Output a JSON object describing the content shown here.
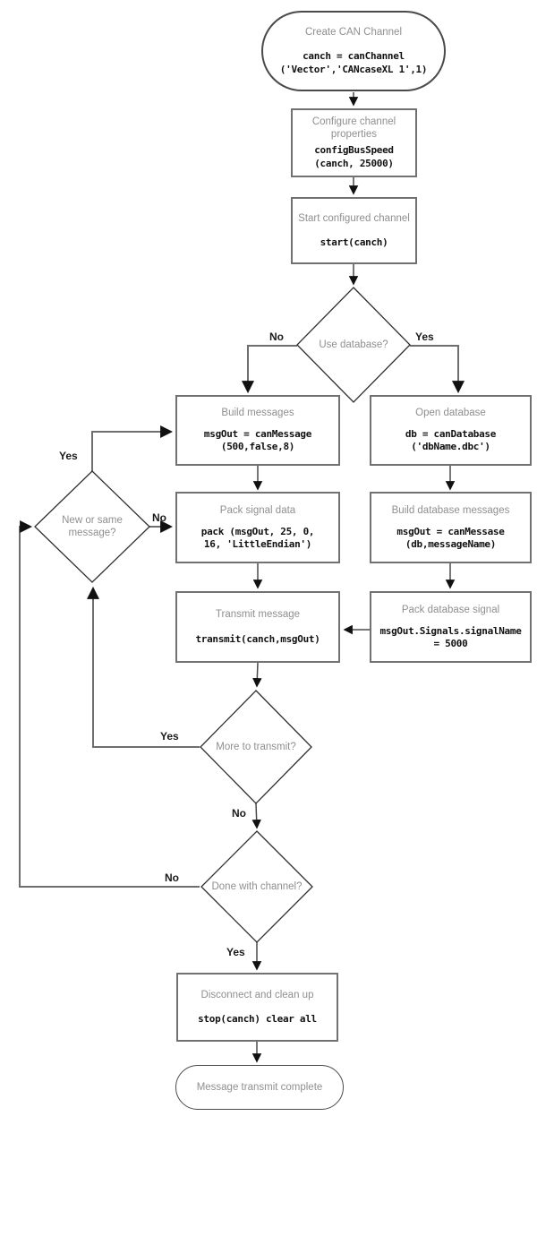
{
  "diagram": {
    "nodes": {
      "create_channel": {
        "title": "Create CAN Channel",
        "code": "canch = canChannel\n('Vector','CANcaseXL 1',1)"
      },
      "configure": {
        "title": "Configure channel\nproperties",
        "code": "configBusSpeed\n(canch, 25000)"
      },
      "start": {
        "title": "Start configured channel",
        "code": "start(canch)"
      },
      "use_database": {
        "question": "Use database?",
        "yes": "Yes",
        "no": "No"
      },
      "build_messages": {
        "title": "Build messages",
        "code": "msgOut = canMessage\n(500,false,8)"
      },
      "open_database": {
        "title": "Open database",
        "code": "db = canDatabase\n('dbName.dbc')"
      },
      "new_or_same": {
        "question": "New or same\nmessage?",
        "yes": "Yes",
        "no": "No"
      },
      "pack_signal": {
        "title": "Pack signal data",
        "code": "pack (msgOut, 25, 0,\n16, 'LittleEndian')"
      },
      "build_db_messages": {
        "title": "Build database messages",
        "code": "msgOut = canMessase\n(db,messageName)"
      },
      "transmit": {
        "title": "Transmit message",
        "code": "transmit(canch,msgOut)"
      },
      "pack_db_signal": {
        "title": "Pack database signal",
        "code": "msgOut.Signals.signalName\n= 5000"
      },
      "more_transmit": {
        "question": "More to transmit?",
        "yes": "Yes",
        "no": "No"
      },
      "done_channel": {
        "question": "Done with channel?",
        "yes": "Yes",
        "no": "No"
      },
      "disconnect": {
        "title": "Disconnect and clean up",
        "code": "stop(canch) clear all"
      },
      "complete": {
        "title": "Message transmit complete"
      }
    },
    "colors": {
      "connector": "#4a4a4a",
      "feedback_line": "#6e6e6e",
      "box_border": "#717171",
      "heading_text": "#8f8f8f",
      "code_text": "#111111"
    }
  }
}
